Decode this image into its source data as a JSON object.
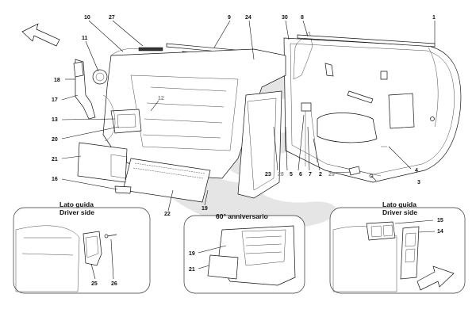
{
  "callouts": {
    "n1": "1",
    "n2": "2",
    "n3": "3",
    "n4": "4",
    "n5": "5",
    "n6": "6",
    "n7": "7",
    "n8": "8",
    "n9": "9",
    "n10": "10",
    "n11": "11",
    "n12": "12",
    "n13": "13",
    "n16": "16",
    "n17": "17",
    "n18": "18",
    "n19": "19",
    "n20": "20",
    "n21": "21",
    "n22": "22",
    "n23": "23",
    "n24": "24",
    "n27": "27",
    "n28": "28",
    "n29": "29",
    "n30": "30"
  },
  "inset_left": {
    "title_it": "Lato guida",
    "title_en": "Driver side",
    "n25": "25",
    "n26": "26"
  },
  "inset_middle": {
    "title": "60° anniversario",
    "n19": "19",
    "n21": "21"
  },
  "inset_right": {
    "title_it": "Lato guida",
    "title_en": "Driver side",
    "n14": "14",
    "n15": "15"
  },
  "colors": {
    "watermark": "#d9d9d9",
    "line": "#111111"
  }
}
